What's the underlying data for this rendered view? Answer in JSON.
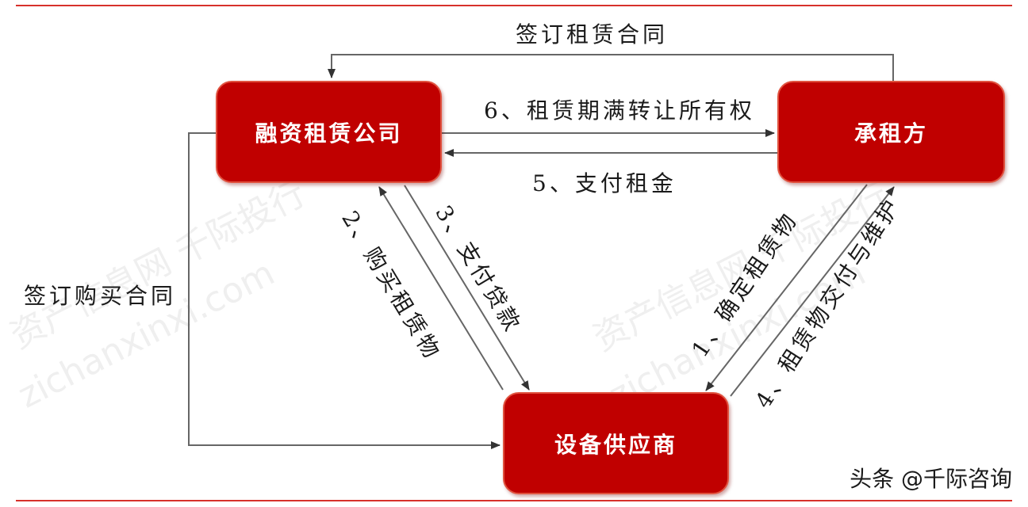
{
  "nodes": {
    "leasing_company": "融资租赁公司",
    "lessee": "承租方",
    "supplier": "设备供应商"
  },
  "labels": {
    "sign_lease_contract": "签订租赁合同",
    "step6": "6、租赁期满转让所有权",
    "step5": "5、支付租金",
    "sign_purchase_contract": "签订购买合同",
    "step2": "2、购买租赁物",
    "step3": "3、支付贷款",
    "step1": "1、确定租赁物",
    "step4": "4、租赁物交付与维护"
  },
  "watermark": {
    "cn": "资产信息网 千际投行",
    "en": "zichanxinxi.com"
  },
  "credit": "头条 @千际咨询",
  "colors": {
    "node_fill": "#c00000",
    "rule": "#d7312b",
    "text": "#1a1a1a"
  }
}
